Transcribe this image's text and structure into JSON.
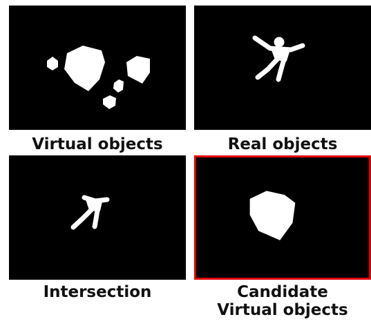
{
  "panels": [
    {
      "caption": "Virtual objects",
      "icon": "virtual-cubes-mask"
    },
    {
      "caption": "Real objects",
      "icon": "human-silhouette-mask"
    },
    {
      "caption": "Intersection",
      "icon": "intersection-mask"
    },
    {
      "caption": "Candidate\nVirtual objects",
      "icon": "candidate-cube-mask",
      "highlight": true
    }
  ],
  "colors": {
    "panel_background": "#000000",
    "mask": "#ffffff",
    "highlight_border": "#e00000",
    "caption_text": "#111111"
  }
}
